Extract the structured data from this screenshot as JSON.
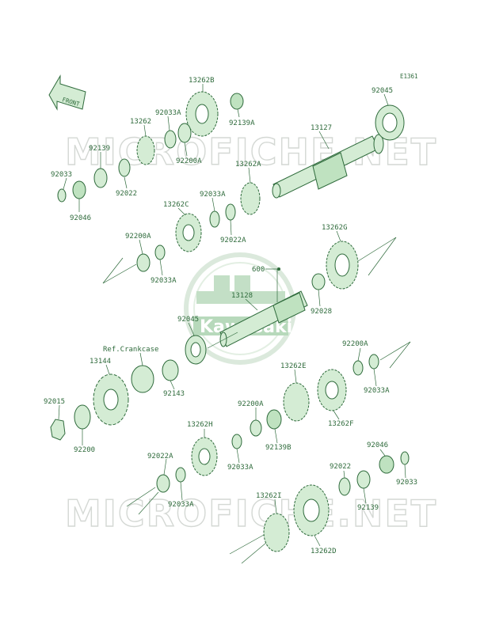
{
  "diagram": {
    "code": "E1361",
    "front_label": "FRONT",
    "ref_label": "Ref.Crankcase",
    "watermark_text": "MICROFICHE.NET",
    "brand_text": "Kawasaki",
    "part_numbers": {
      "p13262B": "13262B",
      "p92045_top": "92045",
      "p92033A_1": "92033A",
      "p13262": "13262",
      "p92139A": "92139A",
      "p13127": "13127",
      "p92200A_1": "92200A",
      "p92139_1": "92139",
      "p92033_1": "92033",
      "p92022_1": "92022",
      "p13262A": "13262A",
      "p92046_1": "92046",
      "p92033A_2": "92033A",
      "p13262C": "13262C",
      "p92022A_1": "92022A",
      "p92200A_2": "92200A",
      "p13262G": "13262G",
      "p92033A_3": "92033A",
      "p600": "600",
      "p13128": "13128",
      "p92028": "92028",
      "p92045_mid": "92045",
      "p92200A_3": "92200A",
      "p13144": "13144",
      "p13262E": "13262E",
      "p92143": "92143",
      "p92033A_4": "92033A",
      "p92015": "92015",
      "p92200A_4": "92200A",
      "p13262F": "13262F",
      "p92200": "92200",
      "p92139B": "92139B",
      "p13262H": "13262H",
      "p92033A_5": "92033A",
      "p92046_2": "92046",
      "p92022A_2": "92022A",
      "p92022_2": "92022",
      "p92033A_6": "92033A",
      "p92139_2": "92139",
      "p92033_2": "92033",
      "p13262I": "13262I",
      "p13262D": "13262D"
    }
  }
}
